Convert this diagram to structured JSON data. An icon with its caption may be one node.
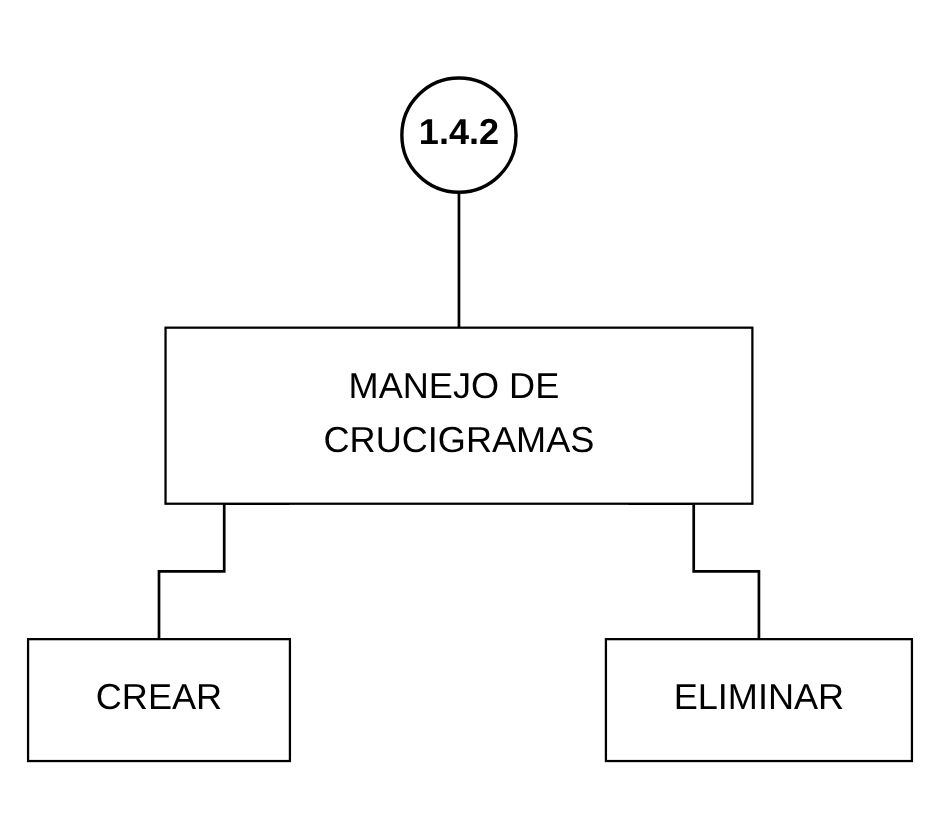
{
  "diagram": {
    "nodes": [
      {
        "text": [
          "1.4.2"
        ]
      },
      {
        "text": [
          "MANEJO DE CRUCIGRAMAS"
        ]
      },
      {
        "text": [
          "CREAR"
        ]
      },
      {
        "text": [
          "ELIMINAR"
        ]
      }
    ],
    "edges": [
      {
        "from": 0,
        "to": 1,
        "arrow": "none"
      },
      {
        "from": 1,
        "to": 2,
        "arrow": "none"
      },
      {
        "from": 1,
        "to": 3,
        "arrow": "none"
      }
    ]
  }
}
